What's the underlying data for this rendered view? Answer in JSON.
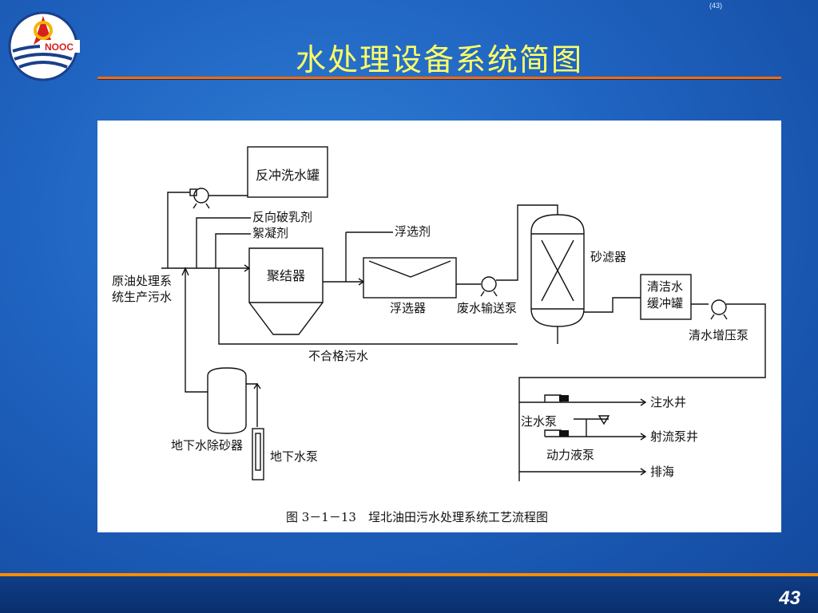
{
  "slide": {
    "title": "水处理设备系统简图",
    "page_ref": "(43)",
    "page_number": "43"
  },
  "diagram": {
    "caption": "图 3－1－13　埕北油田污水处理系统工艺流程图",
    "inlet": [
      "原油处理系",
      "统生产污水"
    ],
    "backwash_tank": "反冲洗水罐",
    "demulsifier": "反向破乳剂",
    "flocculant": "絮凝剂",
    "coalescer": "聚结器",
    "flotation_agent": "浮选剂",
    "flotation_unit": "浮选器",
    "wastewater_pump": "废水输送泵",
    "sand_filter": "砂滤器",
    "clean_tank": [
      "清洁水",
      "缓冲罐"
    ],
    "clean_pump": "清水增压泵",
    "rejected_water": "不合格污水",
    "desander": "地下水除砂器",
    "groundwater_pump": "地下水泵",
    "injection_pump": "注水泵",
    "power_pump": "动力液泵",
    "injection_well": "注水井",
    "jet_pump_well": "射流泵井",
    "discharge": "排海"
  }
}
